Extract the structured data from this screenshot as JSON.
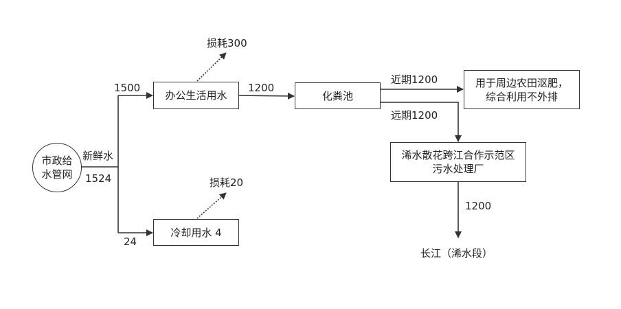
{
  "nodes": {
    "source": {
      "line1": "市政给",
      "line2": "水管网"
    },
    "office": "办公生活用水",
    "septic": "化粪池",
    "farm": {
      "line1": "用于周边农田沤肥，",
      "line2": "综合利用不外排"
    },
    "plant": {
      "line1": "浠水散花跨江合作示范区",
      "line2": "污水处理厂"
    },
    "cooling": "冷却用水 4",
    "river": "长江（浠水段）"
  },
  "labels": {
    "fresh_water": "新鲜水",
    "total": "1524",
    "to_office": "1500",
    "to_cooling": "24",
    "office_loss": "损耗300",
    "cooling_loss": "损耗20",
    "office_to_septic": "1200",
    "near_term": "近期1200",
    "long_term": "远期1200",
    "plant_to_river": "1200"
  }
}
